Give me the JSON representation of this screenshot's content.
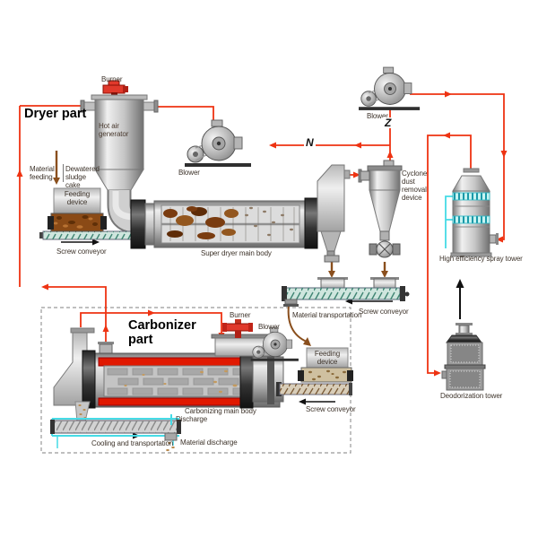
{
  "colors": {
    "pipe_red": "#ee3312",
    "hot_red": "#e01800",
    "transport_brown": "#8a4f1d",
    "cooling_cyan": "#45dbe6",
    "metal_gray": "#c6c6c6"
  },
  "dryer": {
    "title": "Dryer part",
    "burner": "Burner",
    "hot_air_generator": "Hot air\ngenerator",
    "material_feeding": "Material\nfeeding",
    "dewatered_sludge_cake": "Dewatered\nsludge\ncake",
    "feeding_device": "Feeding\ndevice",
    "screw_conveyor": "Screw conveyor",
    "main_body": "Super dryer main body",
    "blower": "Blower"
  },
  "gas_line": {
    "blower": "Blower",
    "cyclone": "Cyclone\ndust\nremoval\ndevice",
    "spray_tower": "High efficiency spray tower",
    "deodorization_tower": "Deodorization tower",
    "damper_symbol_horizontal": "N",
    "damper_symbol_vertical": "Z"
  },
  "transfer": {
    "material_transportation": "Material transportation",
    "screw_conveyor": "Screw conveyor"
  },
  "carbonizer": {
    "title": "Carbonizer\npart",
    "burner": "Burner",
    "blower": "Blower",
    "feeding_device": "Feeding\ndevice",
    "screw_conveyor": "Screw conveyor",
    "main_body": "Carbonizing main body",
    "discharge": "Discharge",
    "cooling": "Cooling and transportation",
    "material_discharge": "Material discharge"
  }
}
